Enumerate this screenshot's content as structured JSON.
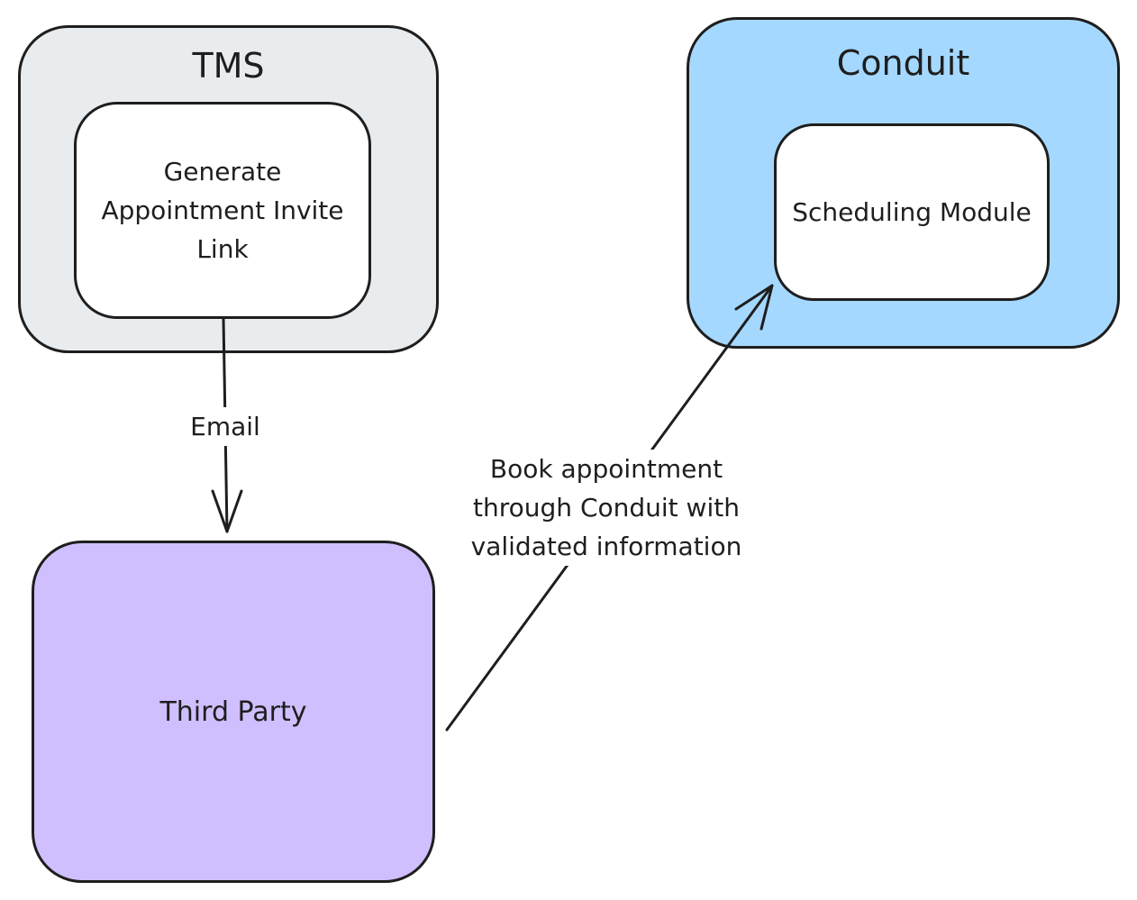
{
  "groups": {
    "tms": {
      "title": "TMS",
      "color": "#e8ecef"
    },
    "conduit": {
      "title": "Conduit",
      "color": "#a5d8ff"
    }
  },
  "nodes": {
    "generate_invite": {
      "label": "Generate Appointment Invite Link",
      "color": "#ffffff"
    },
    "scheduling_module": {
      "label": "Scheduling Module",
      "color": "#ffffff"
    },
    "third_party": {
      "label": "Third Party",
      "color": "#d0bfff"
    }
  },
  "edges": {
    "email": {
      "label": "Email"
    },
    "book": {
      "label": "Book appointment through Conduit with validated information"
    }
  },
  "colors": {
    "stroke": "#1e1e1e"
  }
}
